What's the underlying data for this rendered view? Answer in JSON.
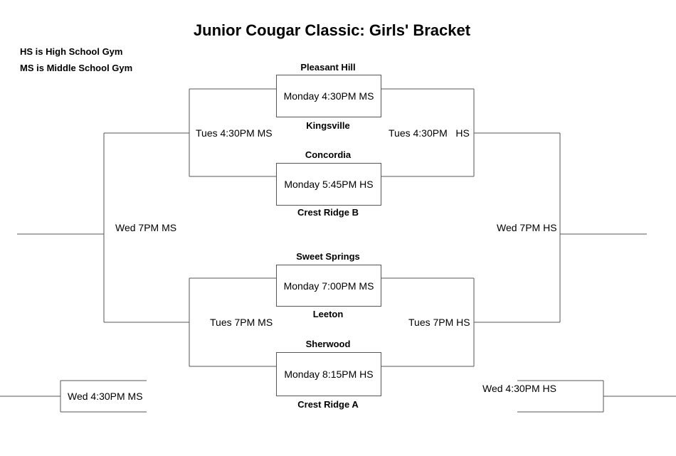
{
  "title": "Junior Cougar Classic: Girls' Bracket",
  "notes": [
    "HS is High School Gym",
    "MS is Middle School Gym"
  ],
  "teams": {
    "pleasant_hill": "Pleasant Hill",
    "kingsville": "Kingsville",
    "concordia": "Concordia",
    "crest_ridge_b": "Crest Ridge B",
    "sweet_springs": "Sweet Springs",
    "leeton": "Leeton",
    "sherwood": "Sherwood",
    "crest_ridge_a": "Crest Ridge A"
  },
  "monday_games": [
    "Monday 4:30PM MS",
    "Monday 5:45PM HS",
    "Monday 7:00PM MS",
    "Monday 8:15PM HS"
  ],
  "tuesday": {
    "left_top": "Tues 4:30PM MS",
    "right_top": "Tues 4:30PM   HS",
    "left_bottom": "Tues 7PM MS",
    "right_bottom": "Tues 7PM HS"
  },
  "wednesday": {
    "left_final": "Wed 7PM MS",
    "right_final": "Wed 7PM HS",
    "left_consolation": "Wed 4:30PM MS",
    "right_consolation": "Wed 4:30PM HS"
  }
}
